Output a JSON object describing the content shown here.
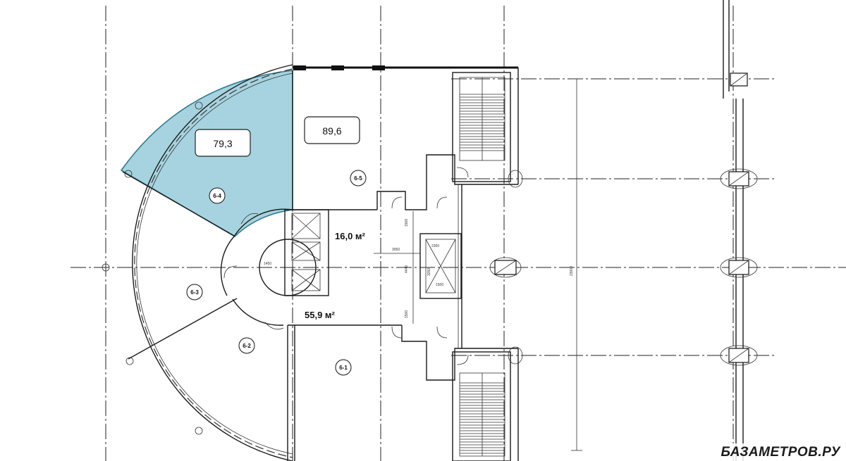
{
  "plan": {
    "highlight_color": "#a6d3df",
    "line_color": "#1a1a1a",
    "area_tags": [
      {
        "id": "tag-79",
        "value": "79,3",
        "highlighted": true
      },
      {
        "id": "tag-89",
        "value": "89,6",
        "highlighted": false
      }
    ],
    "unit_labels": [
      "6-1",
      "6-2",
      "6-3",
      "6-4",
      "6-5"
    ],
    "area_labels": [
      "16,0 м²",
      "55,9 м²"
    ],
    "dimension_labels": [
      "1500",
      "1500",
      "3050",
      "4440",
      "3250",
      "1500",
      "2300",
      "1450",
      "23000"
    ]
  },
  "watermark": {
    "text": "БАЗАМЕТРОВ.РУ"
  }
}
